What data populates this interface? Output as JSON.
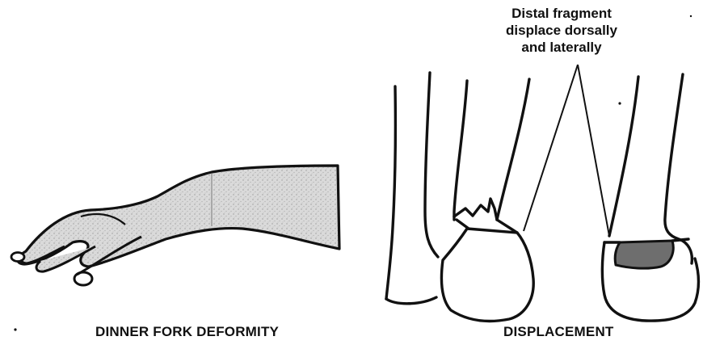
{
  "captions": {
    "left": "DINNER FORK DEFORMITY",
    "right": "DISPLACEMENT"
  },
  "annotation": {
    "lines": [
      "Distal fragment",
      "displace dorsally",
      "and laterally"
    ]
  },
  "colors": {
    "ink": "#111111",
    "skin_fill": "#d6d6d6",
    "shaded_fragment": "#6e6e6e",
    "background": "#ffffff"
  }
}
